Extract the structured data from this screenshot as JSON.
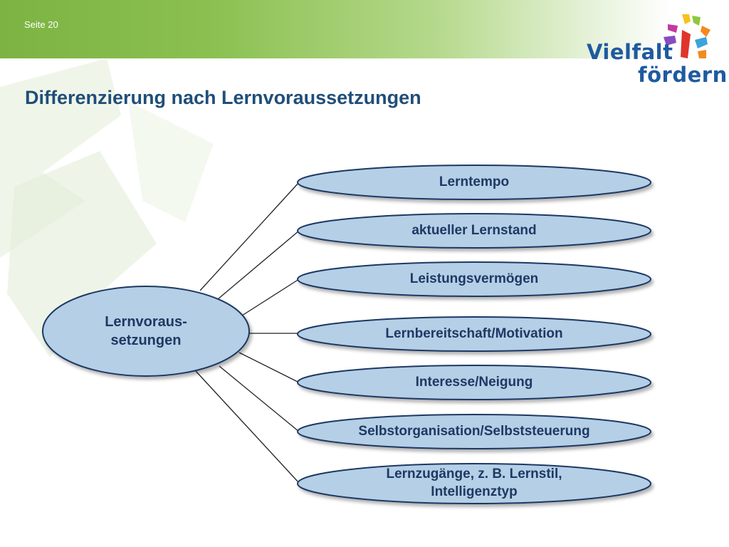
{
  "header": {
    "page_label": "Seite 20",
    "logo": {
      "line1": "Vielfalt",
      "line2": "fördern"
    }
  },
  "title": "Differenzierung nach Lernvoraussetzungen",
  "colors": {
    "node_fill": "#b4cfe6",
    "node_stroke": "#1f3864",
    "connector": "#222222",
    "title": "#1f4e79",
    "header_green": "#7cb342"
  },
  "diagram": {
    "center": {
      "line1": "Lernvoraus-",
      "line2": "setzungen"
    },
    "branches": [
      {
        "label": "Lerntempo"
      },
      {
        "label": "aktueller Lernstand"
      },
      {
        "label": "Leistungsvermögen"
      },
      {
        "label": "Lernbereitschaft/Motivation"
      },
      {
        "label": "Interesse/Neigung"
      },
      {
        "label": "Selbstorganisation/Selbststeuerung"
      },
      {
        "label": "Lernzugänge, z. B. Lernstil,",
        "label2": "Intelligenztyp"
      }
    ]
  }
}
